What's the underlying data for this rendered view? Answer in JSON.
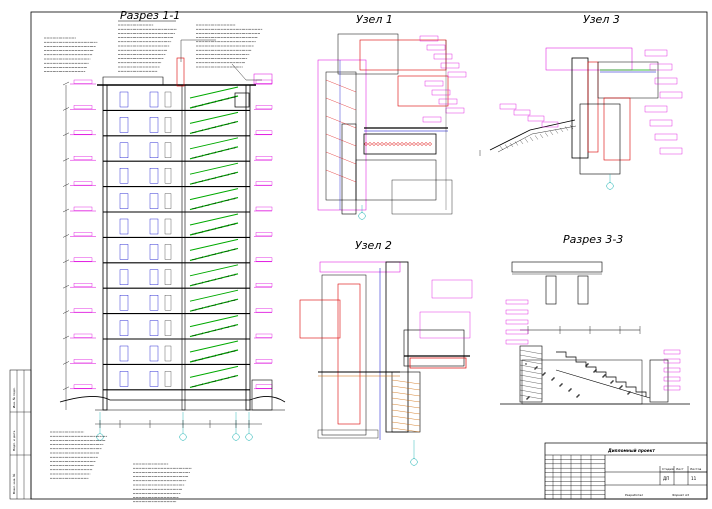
{
  "drawing": {
    "views": {
      "section_main": "Разрез 1-1",
      "node1": "Узел 1",
      "node2": "Узел 2",
      "node3": "Узел 3",
      "section_3_3": "Разрез 3-3"
    },
    "title_block": {
      "project_type": "Дипломный проект",
      "sheet_label": "Лист",
      "sheets_label": "Листов",
      "sheet_number": "11",
      "stage": "ДП",
      "stage_label": "Стадия",
      "footer_left": "Разработал",
      "footer_right": "Формат А3"
    },
    "left_strip": {
      "labels": [
        "Инв. № подл.",
        "Подп. и дата",
        "Взам. инв. №"
      ]
    }
  }
}
